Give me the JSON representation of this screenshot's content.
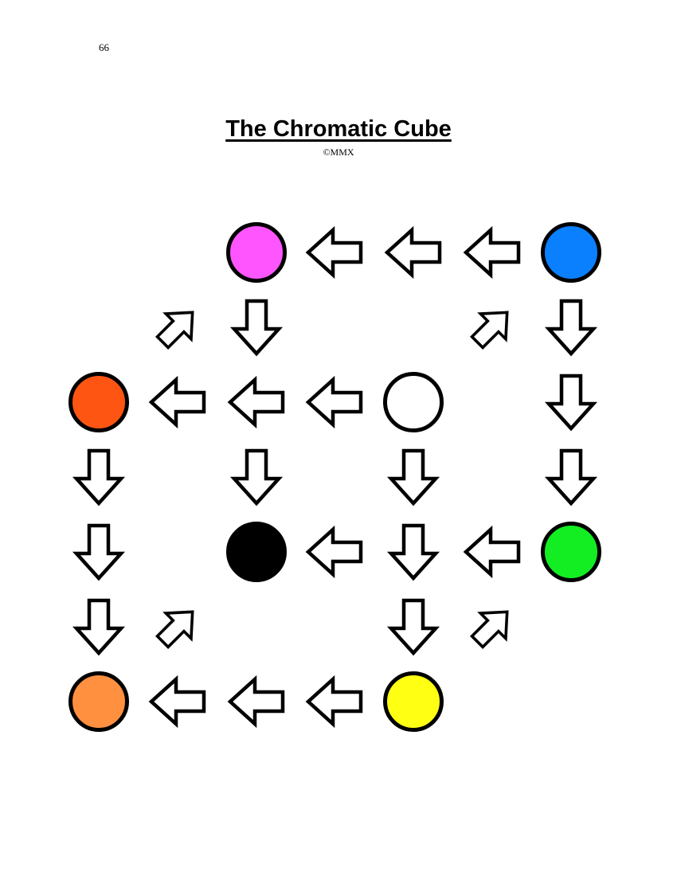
{
  "page_number": "66",
  "title": "The Chromatic Cube",
  "copyright": "©MMX",
  "grid": {
    "cells": [
      {
        "row": 0,
        "col": 2,
        "type": "circle",
        "color": "#ff55ff",
        "name": "magenta"
      },
      {
        "row": 0,
        "col": 3,
        "type": "arrow",
        "dir": "left"
      },
      {
        "row": 0,
        "col": 4,
        "type": "arrow",
        "dir": "left"
      },
      {
        "row": 0,
        "col": 5,
        "type": "arrow",
        "dir": "left"
      },
      {
        "row": 0,
        "col": 6,
        "type": "circle",
        "color": "#0a80ff",
        "name": "blue"
      },
      {
        "row": 1,
        "col": 1,
        "type": "arrow",
        "dir": "up-right"
      },
      {
        "row": 1,
        "col": 2,
        "type": "arrow",
        "dir": "down"
      },
      {
        "row": 1,
        "col": 5,
        "type": "arrow",
        "dir": "up-right"
      },
      {
        "row": 1,
        "col": 6,
        "type": "arrow",
        "dir": "down"
      },
      {
        "row": 2,
        "col": 0,
        "type": "circle",
        "color": "#ff5512",
        "name": "red-orange"
      },
      {
        "row": 2,
        "col": 1,
        "type": "arrow",
        "dir": "left"
      },
      {
        "row": 2,
        "col": 2,
        "type": "arrow",
        "dir": "left"
      },
      {
        "row": 2,
        "col": 3,
        "type": "arrow",
        "dir": "left"
      },
      {
        "row": 2,
        "col": 4,
        "type": "circle",
        "color": "#ffffff",
        "name": "white"
      },
      {
        "row": 2,
        "col": 6,
        "type": "arrow",
        "dir": "down"
      },
      {
        "row": 3,
        "col": 0,
        "type": "arrow",
        "dir": "down"
      },
      {
        "row": 3,
        "col": 2,
        "type": "arrow",
        "dir": "down"
      },
      {
        "row": 3,
        "col": 4,
        "type": "arrow",
        "dir": "down"
      },
      {
        "row": 3,
        "col": 6,
        "type": "arrow",
        "dir": "down"
      },
      {
        "row": 4,
        "col": 0,
        "type": "arrow",
        "dir": "down"
      },
      {
        "row": 4,
        "col": 2,
        "type": "circle",
        "color": "#000000",
        "name": "black"
      },
      {
        "row": 4,
        "col": 3,
        "type": "arrow",
        "dir": "left"
      },
      {
        "row": 4,
        "col": 4,
        "type": "arrow",
        "dir": "down"
      },
      {
        "row": 4,
        "col": 5,
        "type": "arrow",
        "dir": "left"
      },
      {
        "row": 4,
        "col": 6,
        "type": "circle",
        "color": "#12ee22",
        "name": "green"
      },
      {
        "row": 5,
        "col": 0,
        "type": "arrow",
        "dir": "down"
      },
      {
        "row": 5,
        "col": 1,
        "type": "arrow",
        "dir": "up-right"
      },
      {
        "row": 5,
        "col": 4,
        "type": "arrow",
        "dir": "down"
      },
      {
        "row": 5,
        "col": 5,
        "type": "arrow",
        "dir": "up-right"
      },
      {
        "row": 6,
        "col": 0,
        "type": "circle",
        "color": "#ff9040",
        "name": "orange"
      },
      {
        "row": 6,
        "col": 1,
        "type": "arrow",
        "dir": "left"
      },
      {
        "row": 6,
        "col": 2,
        "type": "arrow",
        "dir": "left"
      },
      {
        "row": 6,
        "col": 3,
        "type": "arrow",
        "dir": "left"
      },
      {
        "row": 6,
        "col": 4,
        "type": "circle",
        "color": "#ffff14",
        "name": "yellow"
      }
    ]
  }
}
